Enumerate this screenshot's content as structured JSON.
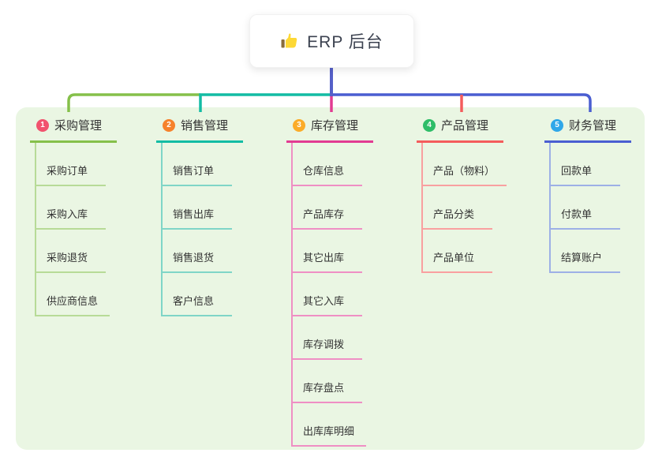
{
  "root": {
    "title": "ERP 后台",
    "icon": "thumbs-up-icon"
  },
  "colors": {
    "panel_bg": "#eaf6e3",
    "root_drop_line": "#5560c8",
    "bar_green": "#85c04a",
    "bar_teal": "#13bca4",
    "bar_blue": "#4a5ed1",
    "drop_magenta": "#e23b92",
    "drop_red": "#f45c5c",
    "root_text": "#3c4250",
    "node_text": "#333333"
  },
  "branches": [
    {
      "index": "1",
      "label": "采购管理",
      "badge_color": "#f1536e",
      "line_color": "#85c04a",
      "child_line_color": "#b7db97",
      "children": [
        "采购订单",
        "采购入库",
        "采购退货",
        "供应商信息"
      ]
    },
    {
      "index": "2",
      "label": "销售管理",
      "badge_color": "#f6822c",
      "line_color": "#13bca4",
      "child_line_color": "#7fd5c7",
      "children": [
        "销售订单",
        "销售出库",
        "销售退货",
        "客户信息"
      ]
    },
    {
      "index": "3",
      "label": "库存管理",
      "badge_color": "#fbac29",
      "line_color": "#e23b92",
      "child_line_color": "#ef8fc4",
      "children": [
        "仓库信息",
        "产品库存",
        "其它出库",
        "其它入库",
        "库存调拨",
        "库存盘点",
        "出库库明细"
      ]
    },
    {
      "index": "4",
      "label": "产品管理",
      "badge_color": "#2ebd68",
      "line_color": "#f45c5c",
      "child_line_color": "#f9a0a0",
      "children": [
        "产品（物料）",
        "产品分类",
        "产品单位"
      ]
    },
    {
      "index": "5",
      "label": "财务管理",
      "badge_color": "#2fa7e9",
      "line_color": "#4a5ed1",
      "child_line_color": "#9db0e6",
      "children": [
        "回款单",
        "付款单",
        "结算账户"
      ]
    }
  ]
}
